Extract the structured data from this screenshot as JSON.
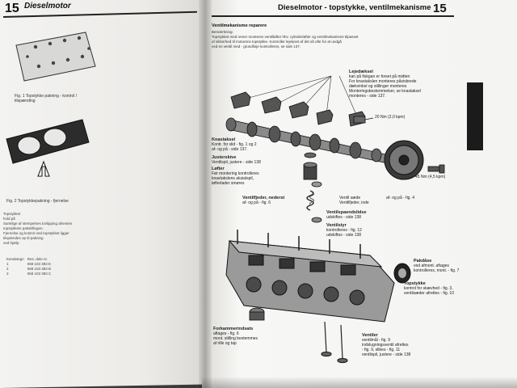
{
  "left_page": {
    "page_number": "15",
    "chapter": "Dieselmotor",
    "fig1_caption": "Fig. 1 Topstykke pakning - kontrol / tilspænding",
    "fig2_caption": "Fig. 2 Topstykkepakning - fjernelse",
    "text_lines": [
      "Topstykket",
      "hold på",
      "Samtlige af stempelnes tovlipping afventes",
      "topstykkets pakstillingen.",
      "Fjernelse og kontrol ved topstykket ligger",
      "tilspændes op til pakning",
      "ved hjælp"
    ],
    "table": {
      "headers": [
        "",
        "Kendetegn",
        "Res. dele nr."
      ],
      "rows": [
        [
          "",
          "1",
          "068 103 383 E"
        ],
        [
          "",
          "2",
          "068 103 383 B"
        ],
        [
          "",
          "3",
          "068 103 383 C"
        ]
      ]
    }
  },
  "right_page": {
    "title": "Dieselmotor - topstykke, ventilmekanisme",
    "page_number": "15",
    "section_title": "Ventilmekanisme reparere",
    "intro_lines": [
      "Bemærkning:",
      "Topstykket med remer monteres ventilløfter hhv. cylinderløfter og ventilmekanisme tilpasset",
      "af sikkerhed til motorens topstykke. Kontroller lejelyset af det så ofte for at undgå",
      "ved en ventil med - grundlinje kontrolleres, se side 137."
    ],
    "labels": {
      "lejedaeksel": [
        "Lejedæksel",
        "kan på fiskgan er forset på midten",
        "For knastakslen monteres påvisbrede",
        "dækvinkel og stillinger monteres",
        "Monteringsbestemmelser, se knastaksel",
        "monteres - side 137."
      ],
      "torque1": "20 Nm (2,0 kpm)",
      "knastaksel": [
        "Knastaksel",
        "Kontr. for slid - fig. 1 og 2",
        "af- og på - side 137."
      ],
      "justerskive": [
        "Justerskive",
        "Ventilspil, justere - side 138"
      ],
      "loefter": [
        "Løfter",
        "Før montering kontrolleres",
        "knastakslens aksialspil,",
        "løfterlader smøres"
      ],
      "torque2": "45 Nm (4,5 kpm)",
      "afpaa": "af- og på - fig. 4",
      "ventilfjeder": [
        "Ventilfjeder, nederst",
        "af- og på - fig. 6"
      ],
      "ventilsaede": [
        "Ventil sæde",
        "Ventilfjeder, inde"
      ],
      "ventilspaendslidse": [
        "Ventilspaendslidse",
        "udskiftes - side 138"
      ],
      "ventilstyr": [
        "Ventilstyr",
        "kontrolleres - fig. 12",
        "udskiftes - side 138"
      ],
      "pakdaase": [
        "Pakdåse",
        "ved afmont. aftages",
        "kontrolleres, mont. - fig. 7"
      ],
      "topstykke": [
        "Topstykke",
        "kontrol for skævhed - fig. 3,",
        "ventilsæder afrettes - fig. 10"
      ],
      "forkammerindsats": [
        "Forkammerindsats",
        "aftages - fig. 6",
        "mont. stilling bestemmes",
        "af rille og tap"
      ],
      "ventiler": [
        "Ventiler",
        "ventilmål - fig. 9",
        "indslugningsventil afrettes",
        "- fig. 9, slibes - fig. 11",
        "ventilspil, justere - side 138"
      ]
    }
  },
  "colors": {
    "page": "#f4f4f2",
    "ink": "#111111",
    "tab": "#1b1b1b"
  }
}
